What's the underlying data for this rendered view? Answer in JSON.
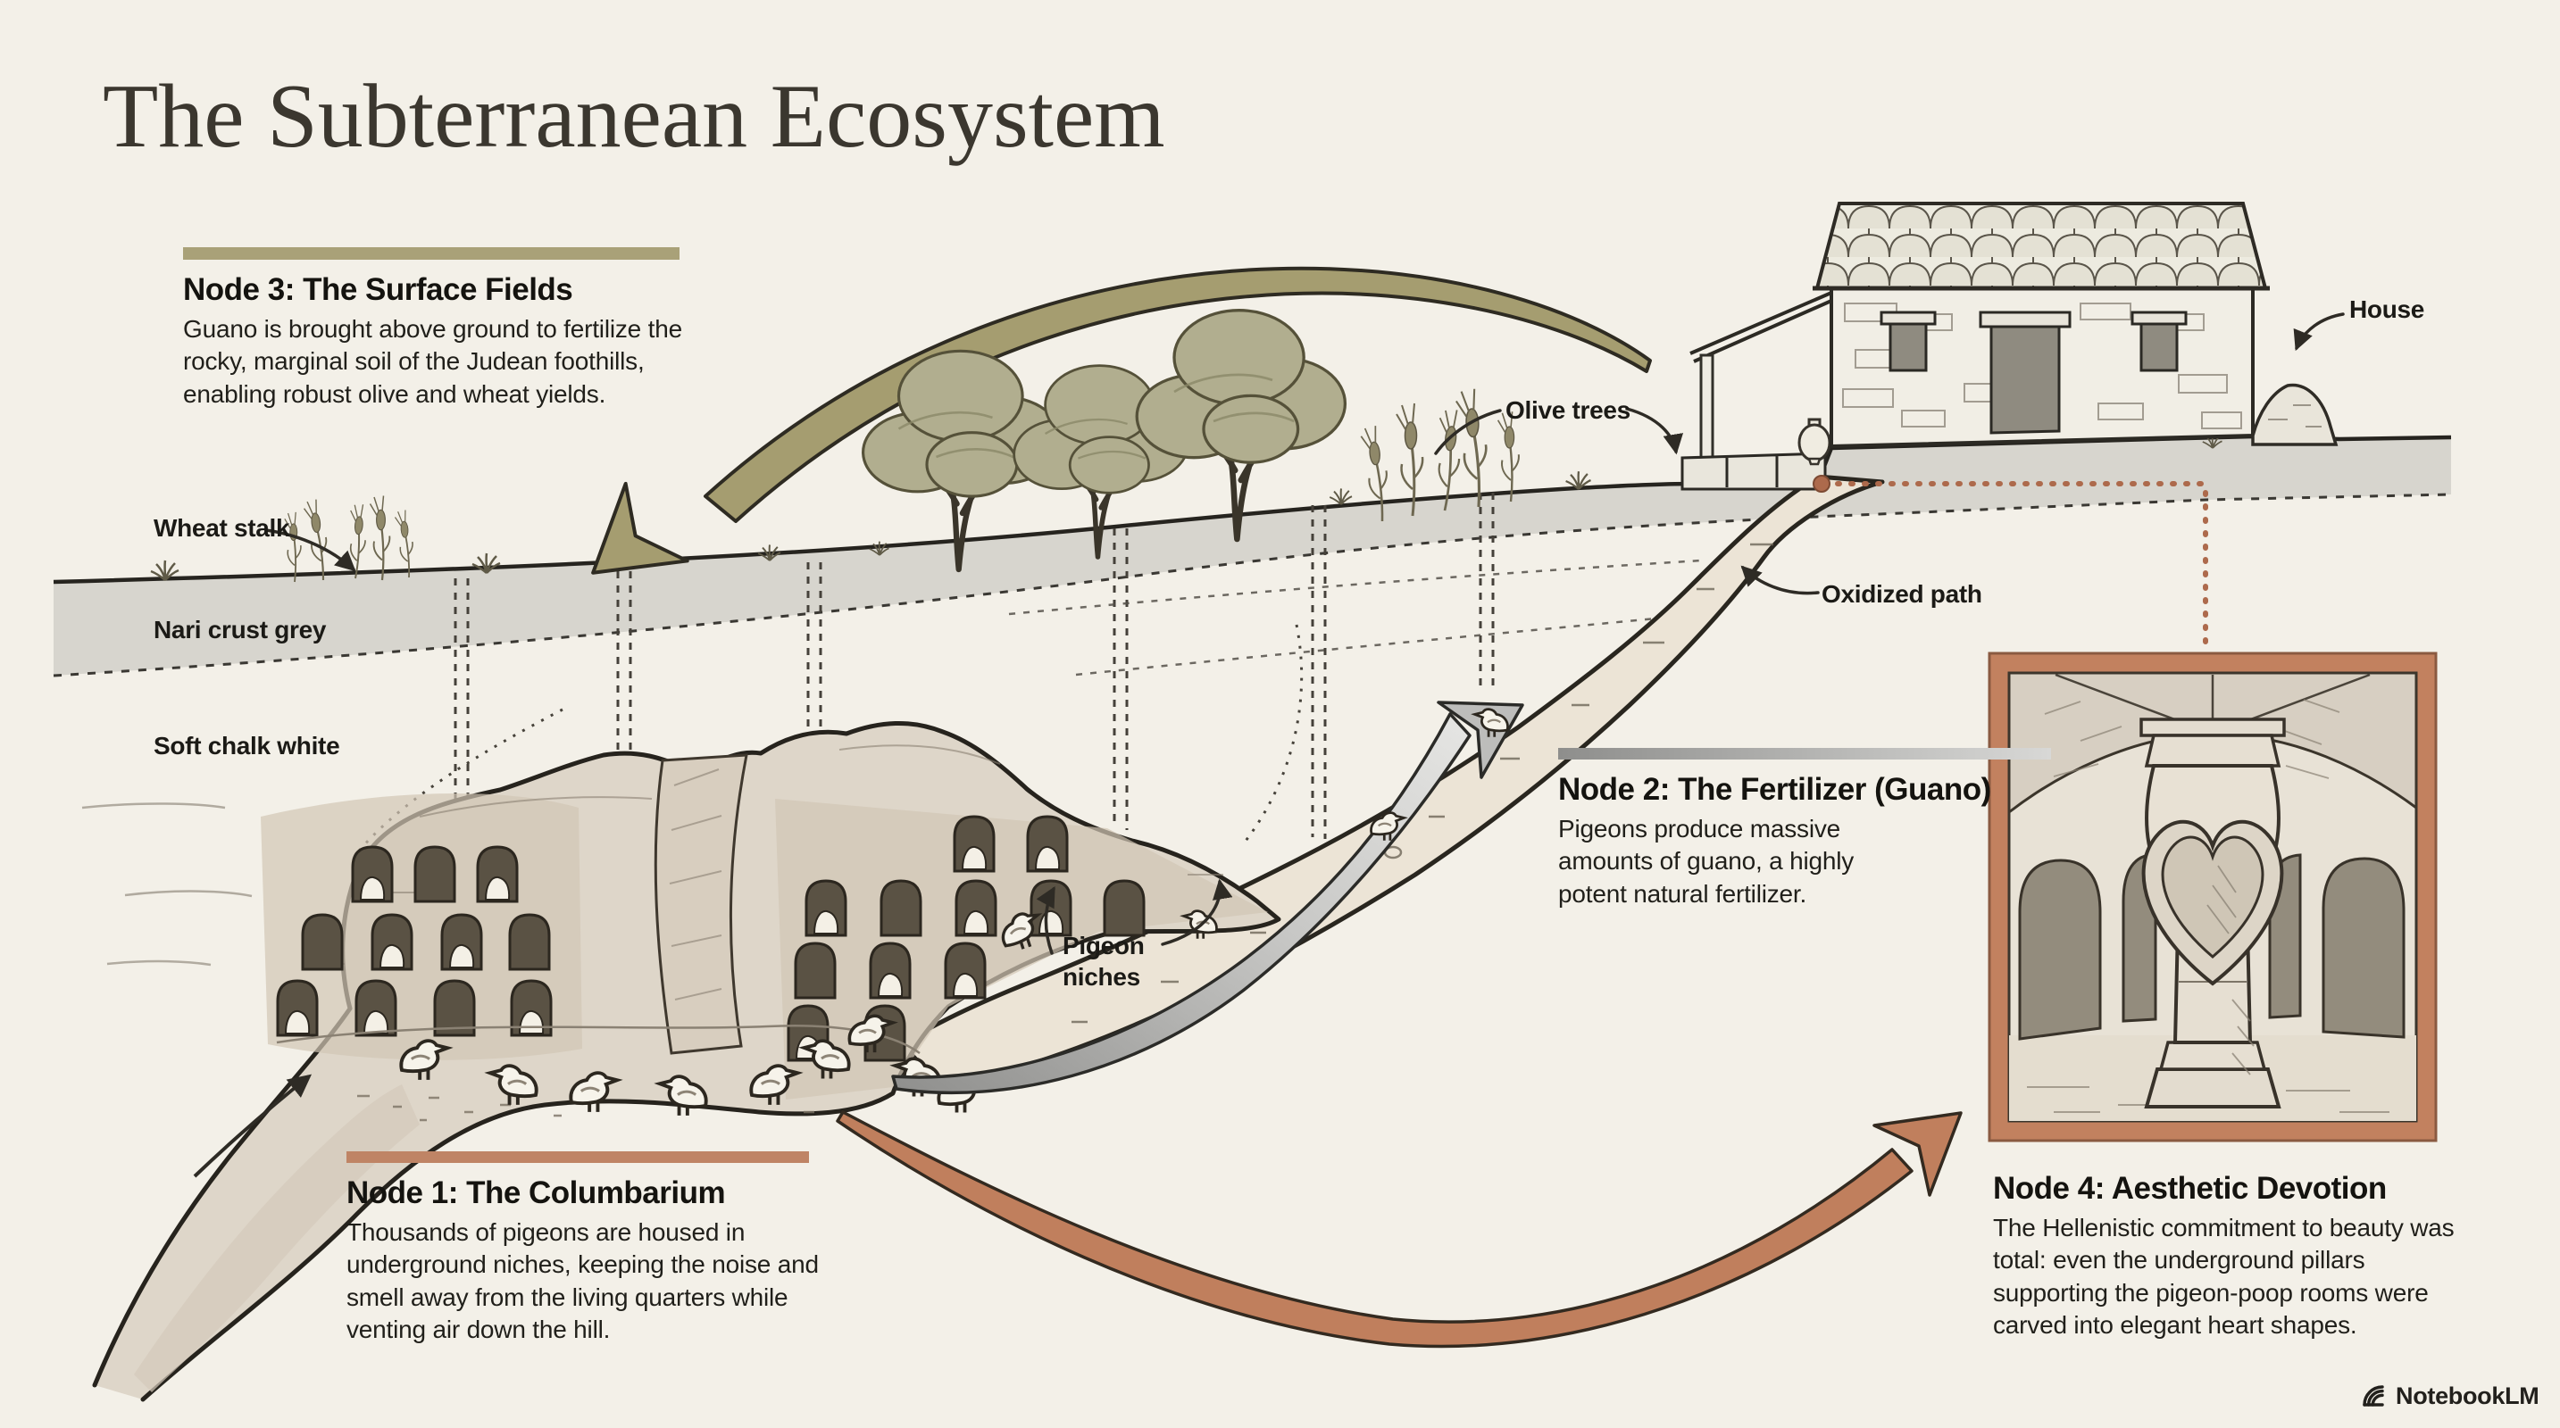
{
  "title": "The Subterranean Ecosystem",
  "nodes": {
    "node1": {
      "heading": "Node 1: The Columbarium",
      "body": "Thousands of pigeons are housed in underground niches, keeping the noise and smell away from the living quarters while venting air down the hill.",
      "accent": "#bf8465"
    },
    "node2": {
      "heading": "Node 2: The Fertilizer (Guano)",
      "body": "Pigeons produce massive amounts of guano, a highly potent natural fertilizer.",
      "accent": "#9d9d9b"
    },
    "node3": {
      "heading": "Node 3: The Surface Fields",
      "body": "Guano is brought above ground to fertilize the rocky, marginal soil of the Judean foothills, enabling robust olive and wheat yields.",
      "accent": "#a9a178"
    },
    "node4": {
      "heading": "Node 4: Aesthetic Devotion",
      "body": "The Hellenistic commitment to beauty was total: even the underground pillars supporting the pigeon-poop rooms were carved into elegant heart shapes.",
      "accent": "#c2815f"
    }
  },
  "labels": {
    "wheat_stalk": "Wheat stalk",
    "nari_crust": "Nari crust grey",
    "soft_chalk": "Soft chalk white",
    "olive_trees": "Olive trees",
    "oxidized_path": "Oxidized path",
    "house": "House",
    "pigeon_niches": "Pigeon niches"
  },
  "footer": {
    "logo_text": "NotebookLM"
  },
  "colors": {
    "paper": "#f3f0e8",
    "nari_band": "#d7d5ce",
    "olive_arrow": "#a59d70",
    "terracotta_arrow": "#c07f5d",
    "grey_arrow": "#b5b5b3",
    "frame": "#c2815f",
    "ink": "#2c2822"
  }
}
